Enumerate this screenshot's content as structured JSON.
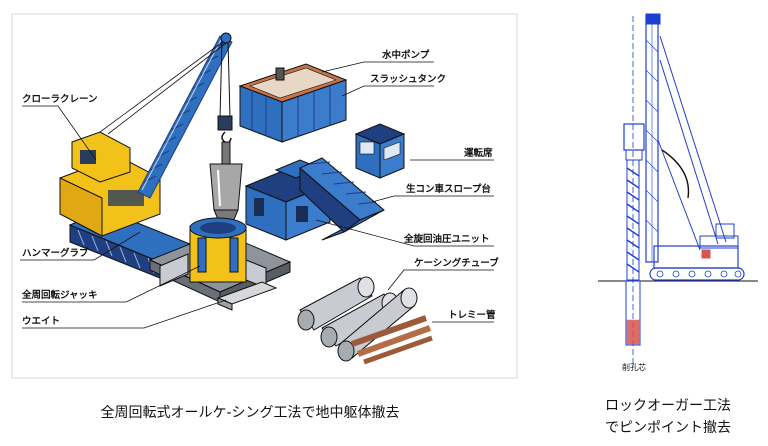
{
  "left_figure": {
    "labels": {
      "crawler_crane": "クローラクレーン",
      "hammer_grab": "ハンマーグラブ",
      "full_rotation_jack": "全周回転ジャッキ",
      "weight": "ウエイト",
      "submersible_pump": "水中ポンプ",
      "slush_tank": "スラッシュタンク",
      "operator_cabin": "運転席",
      "concrete_truck_ramp": "生コン車スロープ台",
      "hydraulic_unit": "全旋回油圧ユニット",
      "casing_tube": "ケーシングチューブ",
      "tremie_pipe": "トレミー管"
    },
    "caption": "全周回転式オールケ-シング工法で地中躯体撤去"
  },
  "right_figure": {
    "ground_label": "削孔芯",
    "caption_line1": "ロックオーガー工法",
    "caption_line2": "でピンポイント撤去"
  },
  "colors": {
    "yellow": "#f2c21b",
    "blue": "#2f6fc0",
    "dark_blue": "#1f3f80",
    "grey": "#c8cbd1",
    "tank_orange": "#c8744a"
  }
}
